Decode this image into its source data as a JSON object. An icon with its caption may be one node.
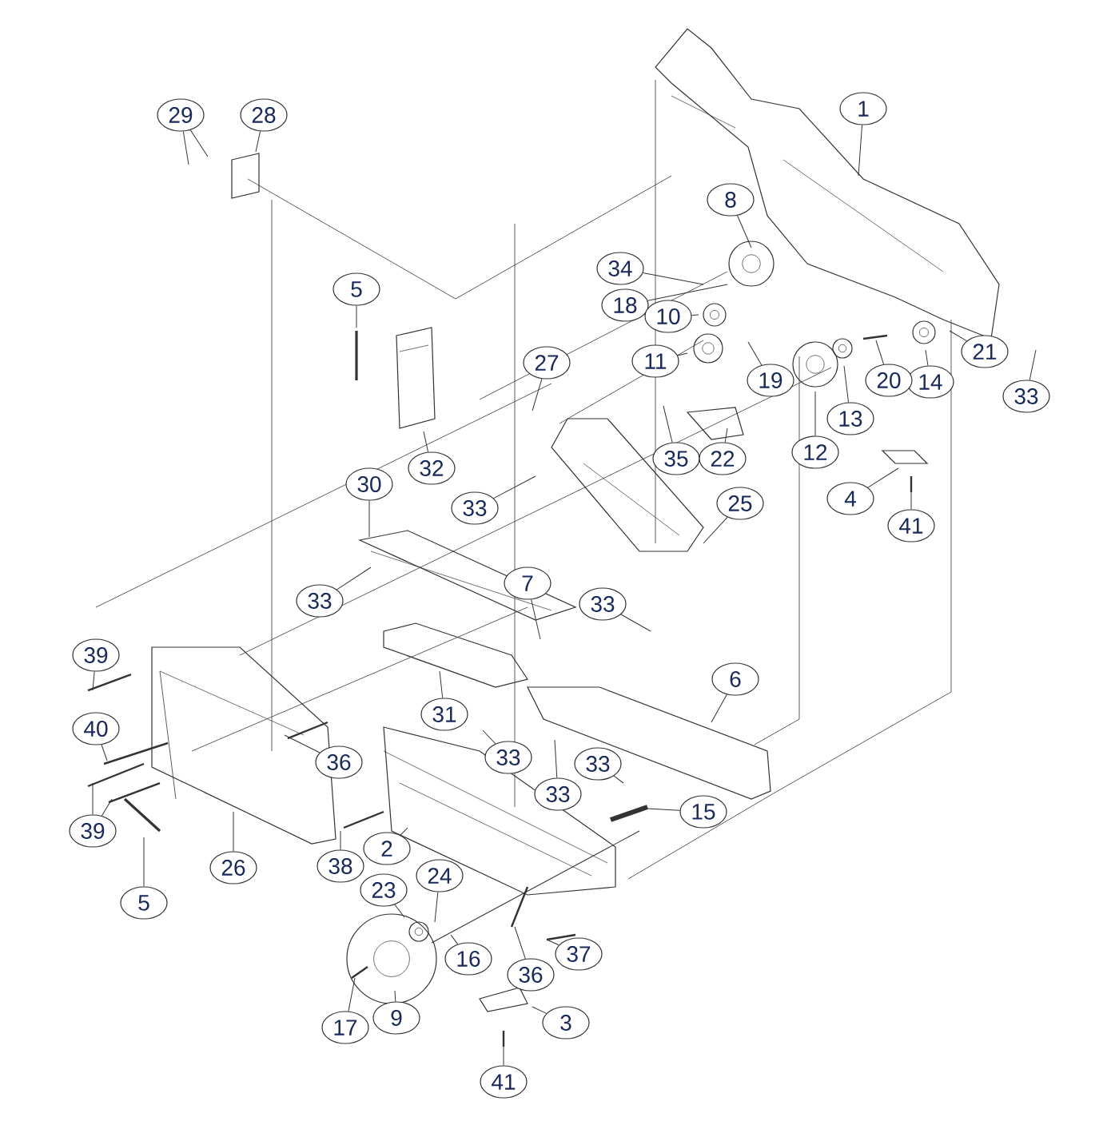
{
  "diagram": {
    "nodes": [
      {
        "text": [
          "1"
        ]
      },
      {
        "text": [
          "29"
        ]
      },
      {
        "text": [
          "28"
        ]
      },
      {
        "text": [
          "8"
        ]
      },
      {
        "text": [
          "34"
        ]
      },
      {
        "text": [
          "5"
        ]
      },
      {
        "text": [
          "18"
        ]
      },
      {
        "text": [
          "10"
        ]
      },
      {
        "text": [
          "21"
        ]
      },
      {
        "text": [
          "11"
        ]
      },
      {
        "text": [
          "27"
        ]
      },
      {
        "text": [
          "14"
        ]
      },
      {
        "text": [
          "20"
        ]
      },
      {
        "text": [
          "19"
        ]
      },
      {
        "text": [
          "33"
        ]
      },
      {
        "text": [
          "13"
        ]
      },
      {
        "text": [
          "12"
        ]
      },
      {
        "text": [
          "35"
        ]
      },
      {
        "text": [
          "22"
        ]
      },
      {
        "text": [
          "32"
        ]
      },
      {
        "text": [
          "4"
        ]
      },
      {
        "text": [
          "30"
        ]
      },
      {
        "text": [
          "25"
        ]
      },
      {
        "text": [
          "33"
        ]
      },
      {
        "text": [
          "41"
        ]
      },
      {
        "text": [
          "7"
        ]
      },
      {
        "text": [
          "33"
        ]
      },
      {
        "text": [
          "33"
        ]
      },
      {
        "text": [
          "39"
        ]
      },
      {
        "text": [
          "6"
        ]
      },
      {
        "text": [
          "31"
        ]
      },
      {
        "text": [
          "40"
        ]
      },
      {
        "text": [
          "33"
        ]
      },
      {
        "text": [
          "36"
        ]
      },
      {
        "text": [
          "33"
        ]
      },
      {
        "text": [
          "33"
        ]
      },
      {
        "text": [
          "15"
        ]
      },
      {
        "text": [
          "39"
        ]
      },
      {
        "text": [
          "2"
        ]
      },
      {
        "text": [
          "38"
        ]
      },
      {
        "text": [
          "26"
        ]
      },
      {
        "text": [
          "24"
        ]
      },
      {
        "text": [
          "23"
        ]
      },
      {
        "text": [
          "5"
        ]
      },
      {
        "text": [
          "37"
        ]
      },
      {
        "text": [
          "16"
        ]
      },
      {
        "text": [
          "36"
        ]
      },
      {
        "text": [
          "9"
        ]
      },
      {
        "text": [
          "3"
        ]
      },
      {
        "text": [
          "17"
        ]
      },
      {
        "text": [
          "41"
        ]
      }
    ],
    "edges": [
      {
        "from": 0,
        "to": null,
        "arrow": "none"
      },
      {
        "from": 1,
        "to": null,
        "arrow": "none"
      },
      {
        "from": 1,
        "to": null,
        "arrow": "none"
      },
      {
        "from": 2,
        "to": null,
        "arrow": "none"
      },
      {
        "from": 3,
        "to": null,
        "arrow": "none"
      },
      {
        "from": 4,
        "to": null,
        "arrow": "none"
      },
      {
        "from": 5,
        "to": null,
        "arrow": "none"
      },
      {
        "from": 6,
        "to": null,
        "arrow": "none"
      },
      {
        "from": 7,
        "to": null,
        "arrow": "none"
      },
      {
        "from": 8,
        "to": null,
        "arrow": "none"
      },
      {
        "from": 9,
        "to": null,
        "arrow": "none"
      },
      {
        "from": 10,
        "to": null,
        "arrow": "none"
      },
      {
        "from": 11,
        "to": null,
        "arrow": "none"
      },
      {
        "from": 12,
        "to": null,
        "arrow": "none"
      },
      {
        "from": 13,
        "to": null,
        "arrow": "none"
      },
      {
        "from": 14,
        "to": null,
        "arrow": "none"
      },
      {
        "from": 15,
        "to": null,
        "arrow": "none"
      },
      {
        "from": 16,
        "to": null,
        "arrow": "none"
      },
      {
        "from": 17,
        "to": null,
        "arrow": "none"
      },
      {
        "from": 18,
        "to": null,
        "arrow": "none"
      },
      {
        "from": 19,
        "to": null,
        "arrow": "none"
      },
      {
        "from": 20,
        "to": null,
        "arrow": "none"
      },
      {
        "from": 21,
        "to": null,
        "arrow": "none"
      },
      {
        "from": 22,
        "to": null,
        "arrow": "none"
      },
      {
        "from": 23,
        "to": null,
        "arrow": "none"
      },
      {
        "from": 24,
        "to": null,
        "arrow": "none"
      },
      {
        "from": 25,
        "to": null,
        "arrow": "none"
      },
      {
        "from": 26,
        "to": null,
        "arrow": "none"
      },
      {
        "from": 27,
        "to": null,
        "arrow": "none"
      },
      {
        "from": 28,
        "to": null,
        "arrow": "none"
      },
      {
        "from": 29,
        "to": null,
        "arrow": "none"
      },
      {
        "from": 30,
        "to": null,
        "arrow": "none"
      },
      {
        "from": 31,
        "to": null,
        "arrow": "none"
      },
      {
        "from": 32,
        "to": null,
        "arrow": "none"
      },
      {
        "from": 33,
        "to": null,
        "arrow": "none"
      },
      {
        "from": 34,
        "to": null,
        "arrow": "none"
      },
      {
        "from": 35,
        "to": null,
        "arrow": "none"
      },
      {
        "from": 36,
        "to": null,
        "arrow": "none"
      },
      {
        "from": 37,
        "to": null,
        "arrow": "none"
      },
      {
        "from": 37,
        "to": null,
        "arrow": "none"
      },
      {
        "from": 38,
        "to": null,
        "arrow": "none"
      },
      {
        "from": 39,
        "to": null,
        "arrow": "none"
      },
      {
        "from": 40,
        "to": null,
        "arrow": "none"
      },
      {
        "from": 41,
        "to": null,
        "arrow": "none"
      },
      {
        "from": 42,
        "to": null,
        "arrow": "none"
      },
      {
        "from": 43,
        "to": null,
        "arrow": "none"
      },
      {
        "from": 44,
        "to": null,
        "arrow": "none"
      },
      {
        "from": 45,
        "to": null,
        "arrow": "none"
      },
      {
        "from": 46,
        "to": null,
        "arrow": "none"
      },
      {
        "from": 47,
        "to": null,
        "arrow": "none"
      },
      {
        "from": 48,
        "to": null,
        "arrow": "none"
      },
      {
        "from": 49,
        "to": null,
        "arrow": "none"
      },
      {
        "from": 50,
        "to": null,
        "arrow": "none"
      }
    ]
  }
}
